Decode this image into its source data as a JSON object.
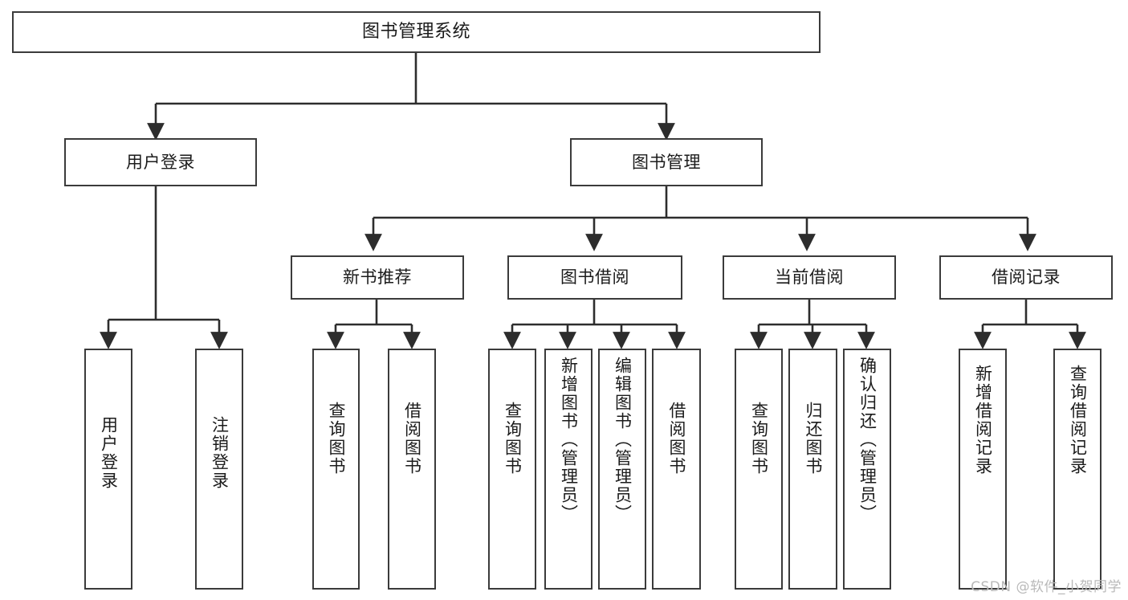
{
  "diagram": {
    "title": "图书管理系统",
    "type": "tree",
    "root": {
      "id": "root",
      "label": "图书管理系统"
    },
    "level2": [
      {
        "id": "user-login",
        "label": "用户登录"
      },
      {
        "id": "book-mgmt",
        "label": "图书管理"
      }
    ],
    "level3": [
      {
        "id": "new-book-rec",
        "label": "新书推荐",
        "parent": "book-mgmt"
      },
      {
        "id": "book-borrow",
        "label": "图书借阅",
        "parent": "book-mgmt"
      },
      {
        "id": "current-borrow",
        "label": "当前借阅",
        "parent": "book-mgmt"
      },
      {
        "id": "borrow-record",
        "label": "借阅记录",
        "parent": "book-mgmt"
      }
    ],
    "leaves": [
      {
        "id": "leaf-user-login",
        "label": "用户登录",
        "parent": "user-login"
      },
      {
        "id": "leaf-logout",
        "label": "注销登录",
        "parent": "user-login"
      },
      {
        "id": "leaf-query-book-1",
        "label": "查询图书",
        "parent": "new-book-rec"
      },
      {
        "id": "leaf-borrow-book-1",
        "label": "借阅图书",
        "parent": "new-book-rec"
      },
      {
        "id": "leaf-query-book-2",
        "label": "查询图书",
        "parent": "book-borrow"
      },
      {
        "id": "leaf-add-book",
        "label": "新增图书（管理员）",
        "parent": "book-borrow"
      },
      {
        "id": "leaf-edit-book",
        "label": "编辑图书（管理员）",
        "parent": "book-borrow"
      },
      {
        "id": "leaf-borrow-book-2",
        "label": "借阅图书",
        "parent": "book-borrow"
      },
      {
        "id": "leaf-query-book-3",
        "label": "查询图书",
        "parent": "current-borrow"
      },
      {
        "id": "leaf-return-book",
        "label": "归还图书",
        "parent": "current-borrow"
      },
      {
        "id": "leaf-confirm-return",
        "label": "确认归还（管理员）",
        "parent": "current-borrow"
      },
      {
        "id": "leaf-add-record",
        "label": "新增借阅记录",
        "parent": "borrow-record"
      },
      {
        "id": "leaf-query-record",
        "label": "查询借阅记录",
        "parent": "borrow-record"
      }
    ],
    "colors": {
      "stroke": "#3b3b3b",
      "fill": "#ffffff",
      "text": "#1b1b1b",
      "watermark": "#b9b9b9"
    }
  },
  "watermark": {
    "text": "CSDN @软件_小贺同学"
  }
}
